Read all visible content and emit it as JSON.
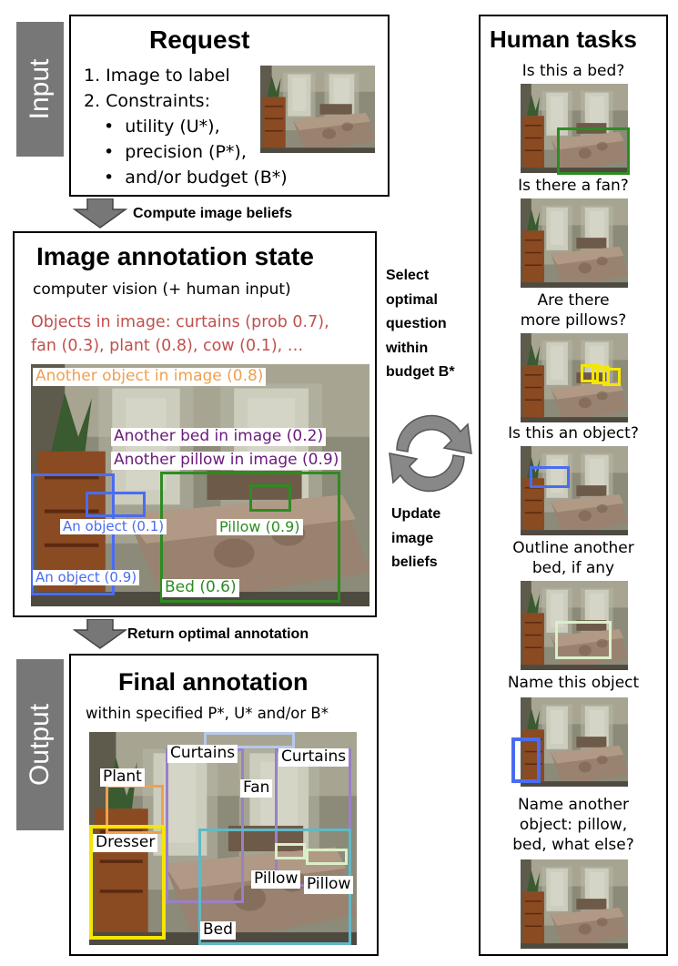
{
  "request": {
    "tab": "Input",
    "title": "Request",
    "items": [
      "1. Image to label",
      "2. Constraints:"
    ],
    "constraints": [
      "utility (U*),",
      "precision (P*),",
      "and/or budget (B*)"
    ]
  },
  "arrow1": "Compute image beliefs",
  "state": {
    "title": "Image annotation state",
    "subtitle": "computer vision (+ human input)",
    "objects_line1": "Objects in image: curtains (prob 0.7),",
    "objects_line2": "fan (0.3), plant (0.8), cow (0.1), …",
    "another_object": "Another object in image (0.8)",
    "another_bed": "Another bed in image (0.2)",
    "another_pillow": "Another pillow in image (0.9)",
    "an_object_1": "An object (0.1)",
    "an_object_2": "An object (0.9)",
    "pillow": "Pillow (0.9)",
    "bed": "Bed (0.6)"
  },
  "cycle": {
    "select": [
      "Select",
      "optimal",
      "question",
      "within",
      "budget B*"
    ],
    "update": [
      "Update",
      "image",
      "beliefs"
    ]
  },
  "arrow2": "Return optimal annotation",
  "final": {
    "tab": "Output",
    "title": "Final annotation",
    "subtitle": "within specified P*, U* and/or B*",
    "labels": {
      "curtains_1": "Curtains",
      "curtains_2": "Curtains",
      "plant": "Plant",
      "fan": "Fan",
      "dresser": "Dresser",
      "pillow_1": "Pillow",
      "pillow_2": "Pillow",
      "bed": "Bed"
    }
  },
  "human": {
    "title": "Human tasks",
    "tasks": [
      [
        "Is this a bed?"
      ],
      [
        "Is there a fan?"
      ],
      [
        "Are there",
        "more pillows?"
      ],
      [
        "Is this an object?"
      ],
      [
        "Outline another",
        "bed, if any"
      ],
      [
        "Name this object"
      ],
      [
        "Name another",
        "object: pillow,",
        "bed, what else?"
      ]
    ]
  },
  "colors": {
    "green": "#2e8b22",
    "blue": "#4a6cf0",
    "orange": "#f0a050",
    "purple": "#6a1a7a",
    "red_text": "#c0504d",
    "yellow": "#f5e600",
    "light_green": "#d8f0c8",
    "lavender": "#9a80c8",
    "light_blue": "#b8c8e8",
    "cyan": "#60b8c8",
    "tab_gray": "#777777"
  }
}
